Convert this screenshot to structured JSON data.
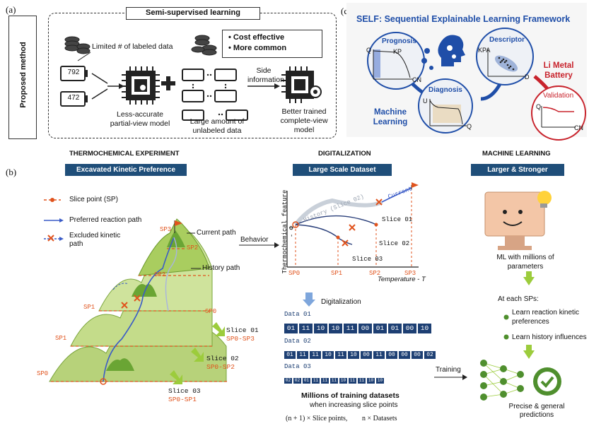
{
  "panel_a": {
    "letter": "(a)",
    "title": "Semi-supervised learning",
    "side_label": "Proposed method",
    "limited_label": "Limited # of labeled data",
    "battery_values": [
      "792",
      "472"
    ],
    "bullets": [
      "Cost effective",
      "More common"
    ],
    "less_accurate": "Less-accurate partial-view model",
    "large_amount": "Large amount of unlabeled data",
    "side_info": "Side information",
    "better_model": "Better trained complete-view model"
  },
  "panel_c": {
    "letter": "(c)",
    "title": "SELF: Sequential Explainable Learning Framework",
    "prognosis": "Prognosis",
    "prognosis_q": "Q",
    "prognosis_kp": "KP",
    "prognosis_cn": "CN",
    "descriptor": "Descriptor",
    "descriptor_kpa": "KPA",
    "descriptor_d": "D",
    "diagnosis": "Diagnosis",
    "diagnosis_u": "U",
    "diagnosis_q": "Q",
    "machine_learning": "Machine Learning",
    "li_metal": "Li Metal Battery",
    "validation": "Validation",
    "validation_q": "Q",
    "validation_cn": "CN"
  },
  "panel_b": {
    "letter": "(b)",
    "col1_title": "THERMOCHEMICAL EXPERIMENT",
    "col1_bar": "Excavated Kinetic Preference",
    "col2_title": "DIGITALIZATION",
    "col2_bar": "Large Scale Dataset",
    "col3_title": "MACHINE LEARNING",
    "col3_bar": "Larger & Stronger",
    "legend": {
      "slice_point": "Slice point (SP)",
      "preferred": "Preferred reaction path",
      "excluded": "Excluded kinetic path"
    },
    "mountain_labels": {
      "sp0_a": "SP0",
      "sp0_b": "SP0",
      "sp1_a": "SP1",
      "sp1_b": "SP1",
      "sp2_a": "SP2",
      "sp2_b": "SP2",
      "sp3": "SP3",
      "current_path": "Current path",
      "history_path": "History path"
    },
    "slices": [
      {
        "name": "Slice 01",
        "range": "SP0-SP3"
      },
      {
        "name": "Slice 02",
        "range": "SP0-SP2"
      },
      {
        "name": "Slice 03",
        "range": "SP0-SP1"
      }
    ],
    "behavior": "Behavior",
    "graph": {
      "ylabel": "Thermochemical feature - Φ",
      "xlabel": "Temperature - T",
      "ticks": [
        "SP0",
        "SP1",
        "SP2",
        "SP3"
      ],
      "history": "History (Slice 02)",
      "current": "Current",
      "slice_labels": [
        "Slice 01",
        "Slice 02",
        "Slice 03"
      ]
    },
    "digitalization": "Digitalization",
    "data_rows": [
      {
        "label": "Data 01",
        "cells": [
          "01",
          "11",
          "10",
          "10",
          "11",
          "00",
          "01",
          "01",
          "00",
          "10"
        ]
      },
      {
        "label": "Data 02",
        "cells": [
          "01",
          "11",
          "11",
          "10",
          "11",
          "10",
          "00",
          "11",
          "00",
          "00",
          "00",
          "02"
        ]
      },
      {
        "label": "Data 03",
        "cells": [
          "02",
          "02",
          "01",
          "11",
          "11",
          "11",
          "10",
          "11",
          "11",
          "10",
          "10"
        ]
      }
    ],
    "millions": "Millions of training datasets",
    "when_increasing": "when increasing slice points",
    "formula_left": "(n + 1) × Slice points,",
    "formula_right": "n × Datasets",
    "training": "Training",
    "ml_params": "ML with millions of parameters",
    "at_each": "At each SPs:",
    "learn1": "Learn reaction kinetic preferences",
    "learn2": "Learn history influences",
    "precise": "Precise & general predictions"
  }
}
